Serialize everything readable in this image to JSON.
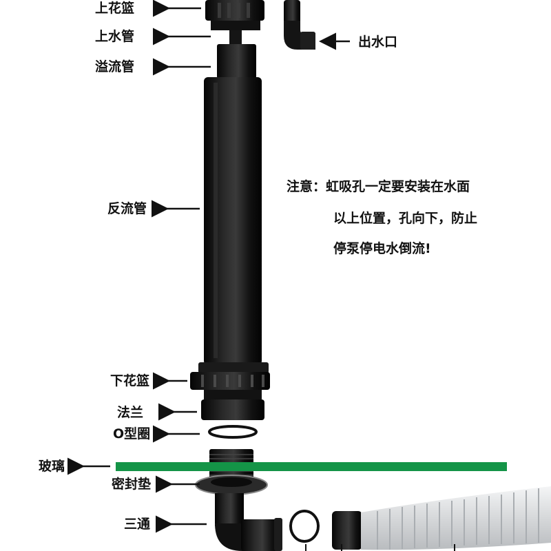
{
  "labels": {
    "upper_basket": "上花篮",
    "upper_pipe": "上水管",
    "overflow_pipe": "溢流管",
    "outlet": "出水口",
    "return_pipe": "反流管",
    "lower_basket": "下花篮",
    "flange": "法兰",
    "o_ring": "O型圈",
    "glass": "玻璃",
    "gasket": "密封垫",
    "tee": "三通"
  },
  "note": {
    "line1": "注意：虹吸孔一定要安装在水面",
    "line2": "以上位置，孔向下，防止",
    "line3": "停泵停电水倒流!"
  },
  "colors": {
    "glass_bar": "#149447",
    "pipe_body": "#0e0e0e",
    "hose": "#d8dadb"
  }
}
